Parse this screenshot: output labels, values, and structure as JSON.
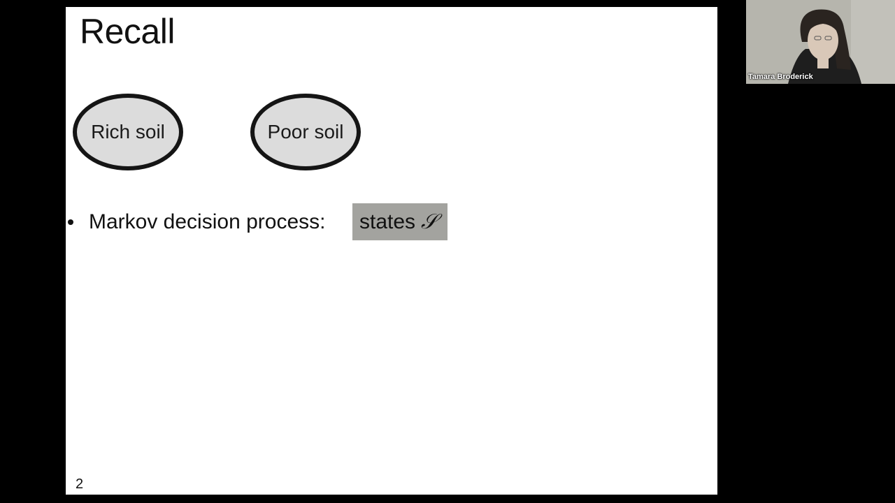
{
  "slide": {
    "title": "Recall",
    "states": [
      {
        "label": "Rich soil"
      },
      {
        "label": "Poor soil"
      }
    ],
    "bullet": {
      "text": "Markov decision process:",
      "highlight_text": "states",
      "math_symbol": "𝒮"
    },
    "page_number": "2"
  },
  "video": {
    "participant_name": "Tamara Broderick"
  },
  "colors": {
    "background": "#000000",
    "slide": "#ffffff",
    "node_fill": "#dcdcdc",
    "node_border": "#151515",
    "highlight": "#a3a39f",
    "video_bg": "#b6b5ad"
  },
  "icons": {
    "participant_avatar": "person-video-icon"
  }
}
